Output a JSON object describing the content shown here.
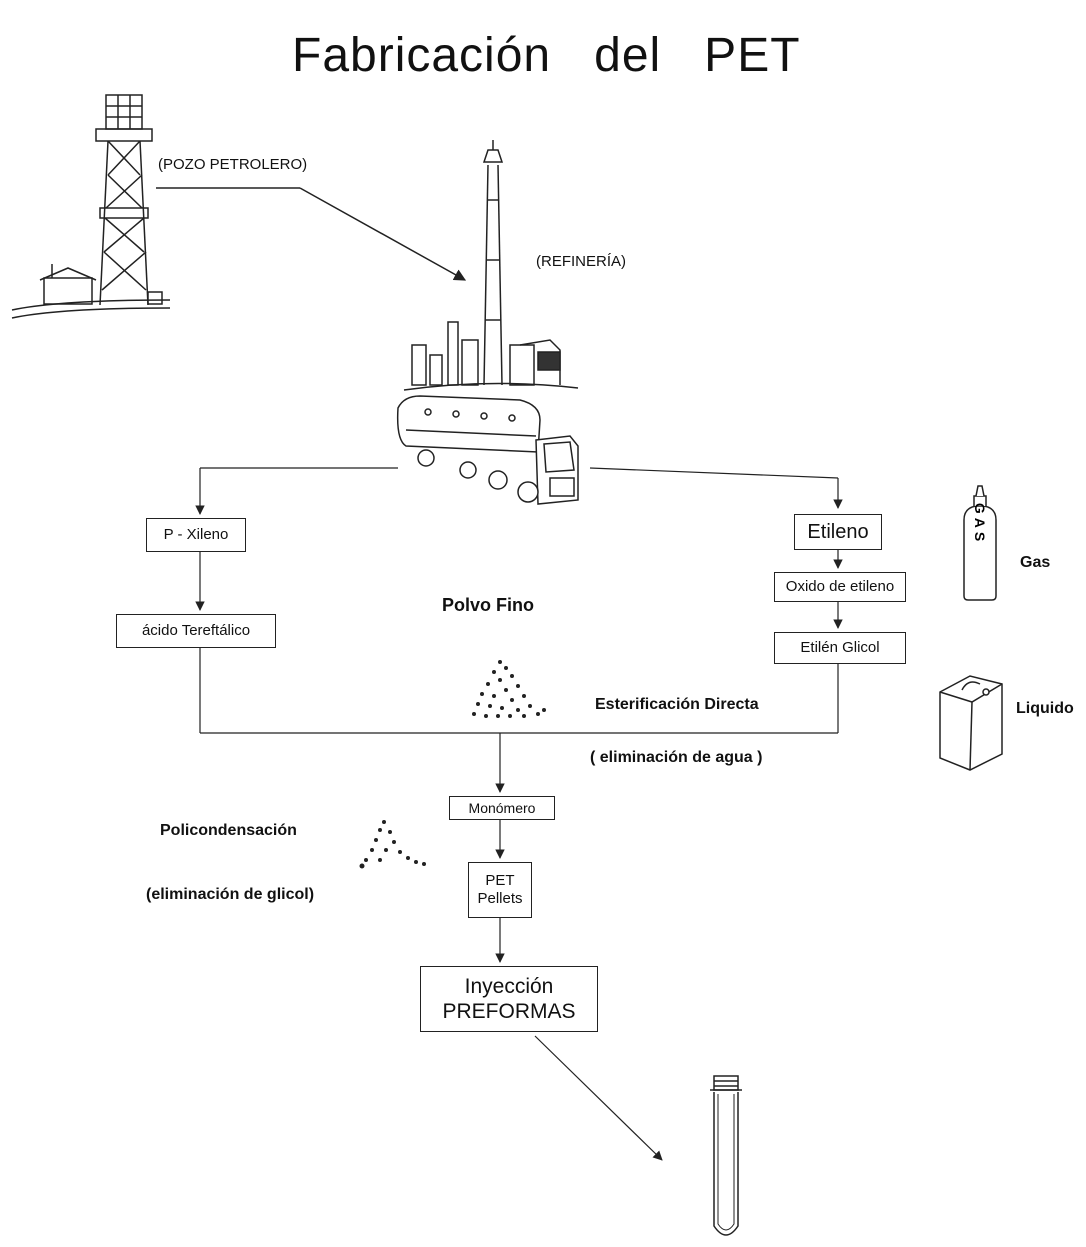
{
  "title": "Fabricación   del   PET",
  "sources": {
    "well_label": "(POZO PETROLERO)",
    "refinery_label": "(REFINERÍA)"
  },
  "left_branch": {
    "step1": "P - Xileno",
    "step2": "ácido Tereftálico"
  },
  "right_branch": {
    "step1": "Etileno",
    "step2": "Oxido de etileno",
    "step3": "Etilén Glicol"
  },
  "side_labels": {
    "gas": "Gas",
    "gas_can_text": "GAS",
    "liquid": "Liquido"
  },
  "powder_label": "Polvo Fino",
  "esterification": {
    "label": "Esterificación Directa",
    "note": "( eliminación de agua )"
  },
  "polycondensation": {
    "label": "Policondensación",
    "note": "(eliminación de glicol)"
  },
  "center_steps": {
    "monomer": "Monómero",
    "pet_line1": "PET",
    "pet_line2": "Pellets",
    "injection_line1": "Inyección",
    "injection_line2": "PREFORMAS"
  }
}
